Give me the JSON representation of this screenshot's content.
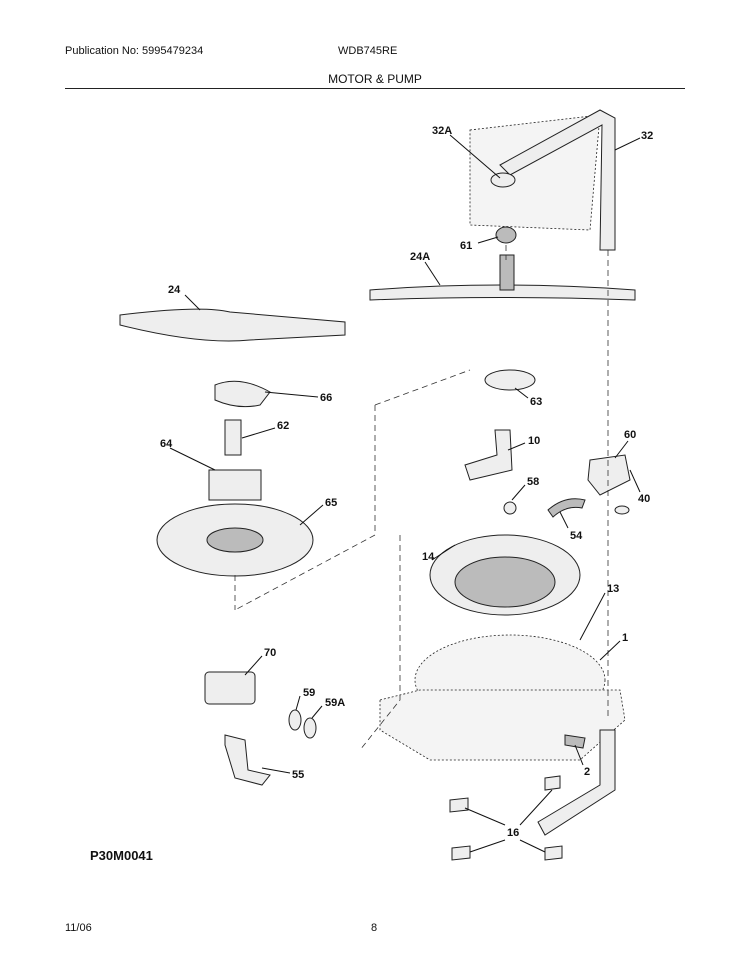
{
  "header": {
    "publication": "Publication No: 5995479234",
    "model": "WDB745RE",
    "title": "MOTOR & PUMP"
  },
  "diagram": {
    "code": "P30M0041",
    "labels": {
      "p32A": "32A",
      "p32": "32",
      "p61": "61",
      "p24A": "24A",
      "p24": "24",
      "p66": "66",
      "p63": "63",
      "p62": "62",
      "p10": "10",
      "p60": "60",
      "p64": "64",
      "p58": "58",
      "p40": "40",
      "p65": "65",
      "p14": "14",
      "p54": "54",
      "p13": "13",
      "p1": "1",
      "p70": "70",
      "p59": "59",
      "p59A": "59A",
      "p55": "55",
      "p2": "2",
      "p16": "16"
    }
  },
  "footer": {
    "date": "11/06",
    "page": "8"
  }
}
